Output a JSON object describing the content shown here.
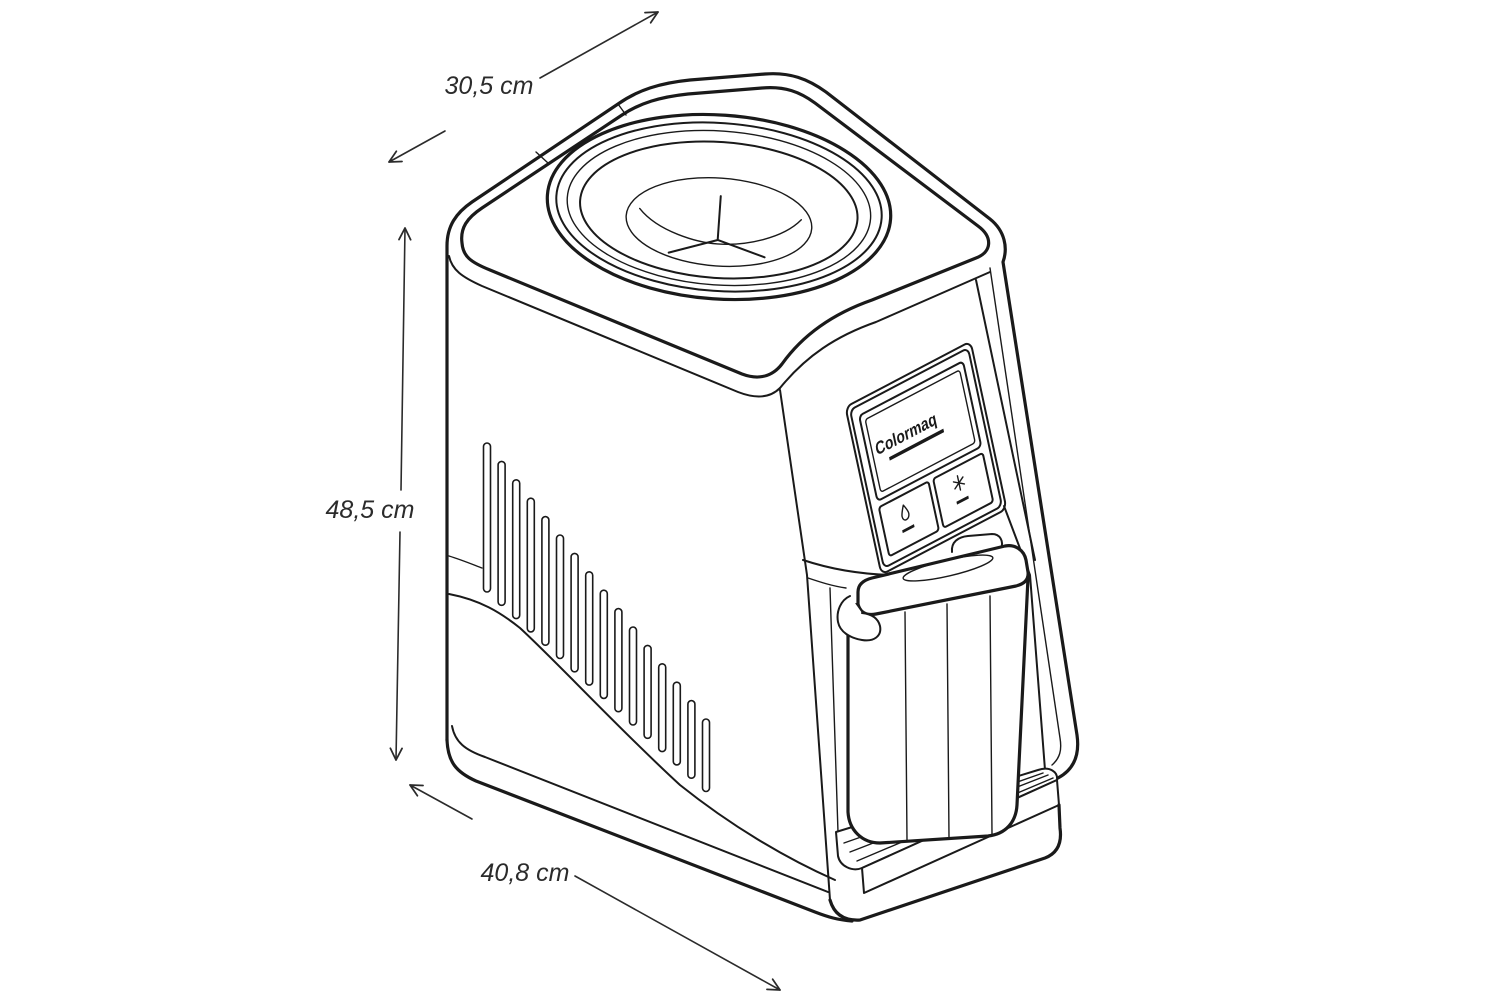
{
  "dimensions": {
    "depth_label": "30,5 cm",
    "height_label": "48,5 cm",
    "width_label": "40,8 cm"
  },
  "product": {
    "brand": "Colormaq",
    "panel_icons": [
      "water-drop-icon",
      "snowflake-icon"
    ]
  },
  "colors": {
    "line": "#1a1a1a",
    "dimension": "#2b2b2b",
    "background": "#ffffff"
  }
}
